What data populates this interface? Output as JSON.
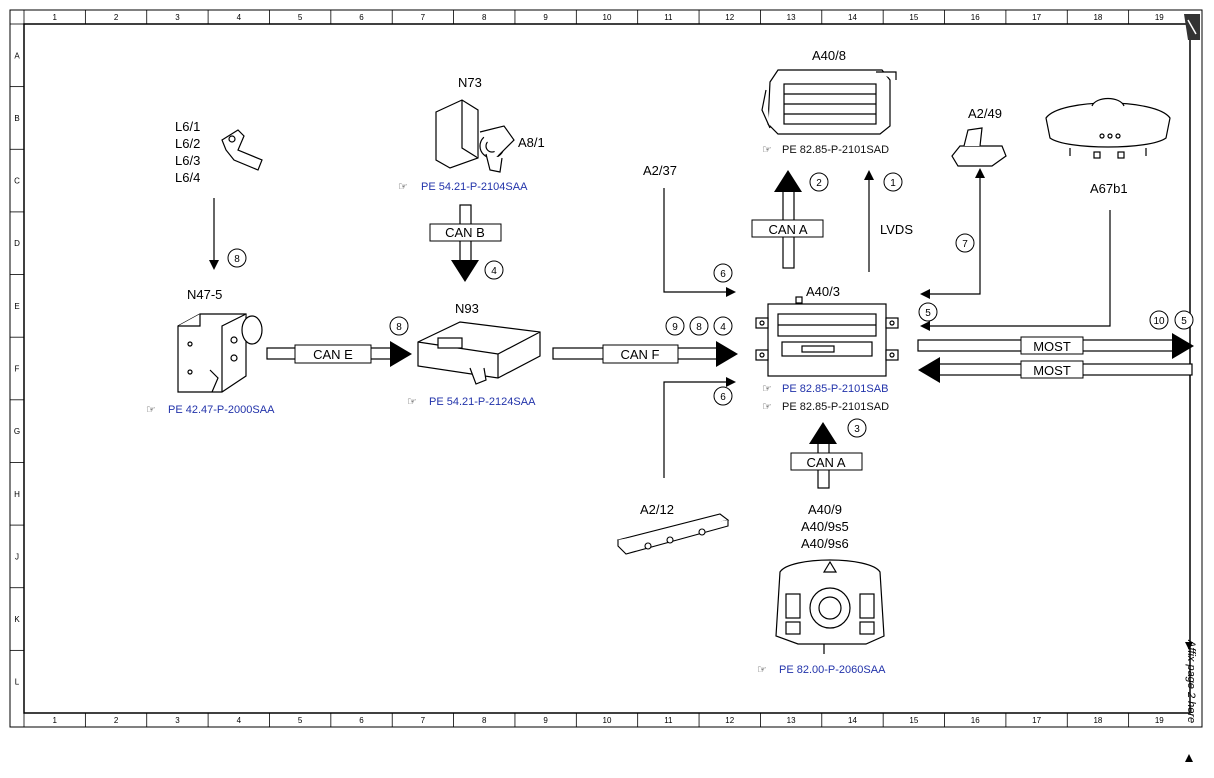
{
  "grid": {
    "cols": [
      "1",
      "2",
      "3",
      "4",
      "5",
      "6",
      "7",
      "8",
      "9",
      "10",
      "11",
      "12",
      "13",
      "14",
      "15",
      "16",
      "17",
      "18",
      "19"
    ],
    "rows": [
      "A",
      "B",
      "C",
      "D",
      "E",
      "F",
      "G",
      "H",
      "J",
      "K",
      "L"
    ]
  },
  "components": {
    "l6": [
      "L6/1",
      "L6/2",
      "L6/3",
      "L6/4"
    ],
    "n73": "N73",
    "a8_1": "A8/1",
    "n47": "N47-5",
    "n93": "N93",
    "a40_8": "A40/8",
    "a2_49": "A2/49",
    "a67b1": "A67b1",
    "a2_37": "A2/37",
    "a40_3": "A40/3",
    "a2_12": "A2/12",
    "a40_9": [
      "A40/9",
      "A40/9s5",
      "A40/9s6"
    ]
  },
  "refs": {
    "n73": "PE 54.21-P-2104SAA",
    "n47": "PE 42.47-P-2000SAA",
    "n93": "PE 54.21-P-2124SAA",
    "a40_8": "PE 82.85-P-2101SAD",
    "a40_3_a": "PE 82.85-P-2101SAB",
    "a40_3_b": "PE 82.85-P-2101SAD",
    "a40_9": "PE 82.00-P-2060SAA"
  },
  "buses": {
    "can_b": "CAN B",
    "can_e": "CAN E",
    "can_f": "CAN F",
    "can_a_top": "CAN A",
    "can_a_bottom": "CAN A",
    "lvds": "LVDS",
    "most_1": "MOST",
    "most_2": "MOST"
  },
  "signals": {
    "s8a": "8",
    "s4a": "4",
    "s8b": "8",
    "s9": "9",
    "s8c": "8",
    "s4c": "4",
    "s6a": "6",
    "s6b": "6",
    "s2": "2",
    "s1": "1",
    "s7": "7",
    "s5a": "5",
    "s10": "10",
    "s5b": "5",
    "s3": "3"
  },
  "affix": "Affix page 2 here"
}
